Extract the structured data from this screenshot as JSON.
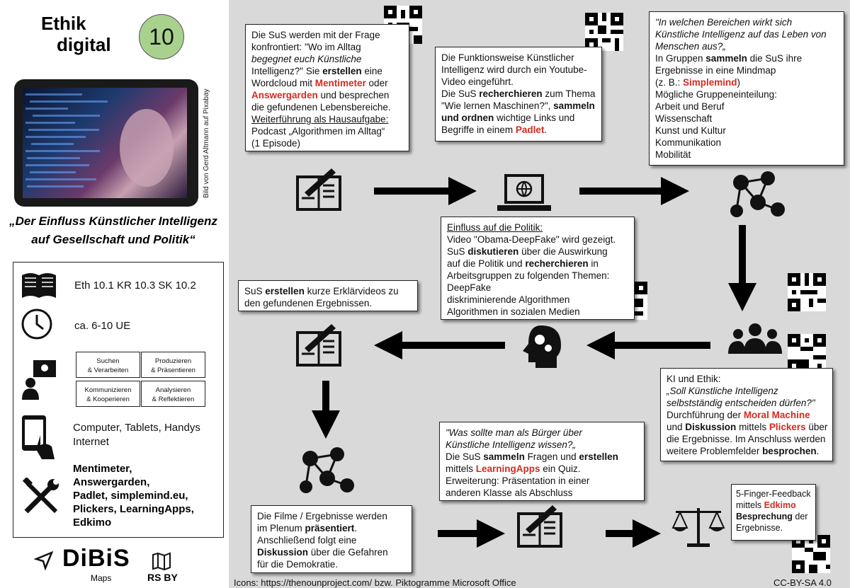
{
  "logo": {
    "line1": "Ethik",
    "line2": "digital",
    "grade": "10"
  },
  "photo_credit": "Bild von Gerd Altmann auf Pixabay",
  "title": {
    "line1": "„Der Einfluss Künstlicher Intelligenz",
    "line2": "auf Gesellschaft und Politik“"
  },
  "info": {
    "curriculum": "Eth 10.1  KR 10.3  SK 10.2",
    "duration": "ca. 6-10 UE",
    "competencies": [
      {
        "line1": "Suchen",
        "line2": "& Verarbeiten"
      },
      {
        "line1": "Produzieren",
        "line2": "& Präsentieren"
      },
      {
        "line1": "Kommunizieren",
        "line2": "& Kooperieren"
      },
      {
        "line1": "Analysieren",
        "line2": "& Reflektieren"
      }
    ],
    "devices_line1": "Computer, Tablets, Handys",
    "devices_line2": "Internet",
    "tools": [
      "Mentimeter,",
      "Answergarden,",
      "Padlet, simplemind.eu,",
      "Plickers, LearningApps,",
      "Edkimo"
    ]
  },
  "dibis": {
    "name": "DiBiS",
    "sub1": "Maps",
    "sub2": "RS BY"
  },
  "footer": {
    "icons_credit": "Icons: https://thenounproject.com/ bzw. Piktogramme Microsoft Office",
    "license": "CC-BY-SA 4.0"
  },
  "boxes": {
    "b1": [
      "Die SuS werden mit der Frage",
      "konfrontiert: \"Wo im Alltag",
      "begegnet euch Künstliche",
      "Intelligenz?\" Sie erstellen eine",
      "Wordcloud mit Mentimeter oder",
      "Answergarden und besprechen",
      "die gefundenen Lebensbereiche.",
      "Weiterführung als Hausaufgabe:",
      "Podcast „Algorithmen im Alltag“",
      "(1 Episode)"
    ],
    "b2": [
      "Die Funktionsweise Künstlicher",
      "Intelligenz wird durch ein Youtube-",
      "Video eingeführt.",
      "Die SuS recherchieren zum Thema",
      "\"Wie lernen Maschinen?\", sammeln",
      "und ordnen wichtige Links und",
      "Begriffe in einem Padlet."
    ],
    "b3": [
      "\"In welchen Bereichen wirkt sich",
      "Künstliche Intelligenz auf das Leben von",
      "Menschen aus?„",
      "In Gruppen sammeln die SuS ihre",
      "Ergebnisse in eine Mindmap",
      "(z. B.: Simplemind)",
      "Mögliche Gruppeneinteilung:",
      "Arbeit und Beruf",
      "Wissenschaft",
      "Kunst und Kultur",
      "Kommunikation",
      "Mobilität"
    ],
    "b4": [
      "Einfluss auf die Politik:",
      "Video \"Obama-DeepFake\" wird gezeigt.",
      "SuS diskutieren über die Auswirkung",
      "auf die Politik und recherchieren in",
      "Arbeitsgruppen zu folgenden Themen:",
      "DeepFake",
      "diskriminierende Algorithmen",
      "Algorithmen in sozialen Medien"
    ],
    "b5": [
      "SuS erstellen kurze Erklärvideos zu",
      "den gefundenen Ergebnissen."
    ],
    "b6": [
      "KI und Ethik:",
      "„Soll Künstliche Intelligenz",
      "selbstständig entscheiden dürfen?\"",
      "Durchführung der Moral Machine",
      "und Diskussion mittels Plickers über",
      "die Ergebnisse. Im Anschluss werden",
      "weitere Problemfelder besprochen."
    ],
    "b7": [
      "\"Was sollte man als Bürger über",
      "Künstliche Intelligenz wissen?„",
      "Die SuS sammeln Fragen und erstellen",
      "mittels LearningApps ein Quiz.",
      "Erweiterung: Präsentation in einer",
      "anderen Klasse als Abschluss"
    ],
    "b8": [
      "Die Filme / Ergebnisse werden",
      "im Plenum präsentiert.",
      "Anschließend folgt eine",
      "Diskussion über die Gefahren",
      "für die Demokratie."
    ],
    "b9": [
      "5-Finger-Feedback",
      "mittels Edkimo",
      "Besprechung der",
      "Ergebnisse."
    ]
  },
  "colors": {
    "accent_red": "#d42a1f",
    "grade_circle": "#a9d18e",
    "panel_gray": "#d9d9d9"
  }
}
